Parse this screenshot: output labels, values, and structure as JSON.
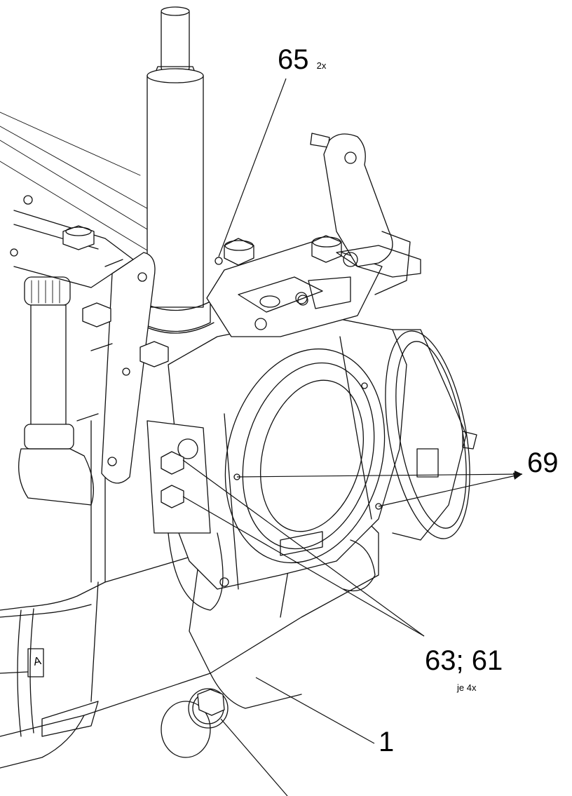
{
  "callouts": {
    "c65": {
      "number": "65",
      "qty": "2x"
    },
    "c69": {
      "number": "69"
    },
    "c63_61": {
      "number": "63; 61",
      "qty": "je 4x"
    },
    "c1": {
      "number": "1"
    }
  },
  "housing_mark": "A"
}
